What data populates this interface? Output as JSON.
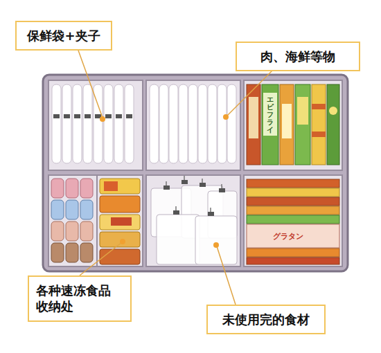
{
  "diagram": {
    "nodes": [
      {
        "text": [
          "保鲜袋+夹子"
        ]
      },
      {
        "text": [
          "肉、海鲜等物"
        ]
      },
      {
        "text": [
          "各种速冻食品收纳处"
        ]
      },
      {
        "text": [
          "未使用完的食材"
        ]
      }
    ],
    "labels": [
      "エビフライ",
      "グラタン"
    ]
  }
}
